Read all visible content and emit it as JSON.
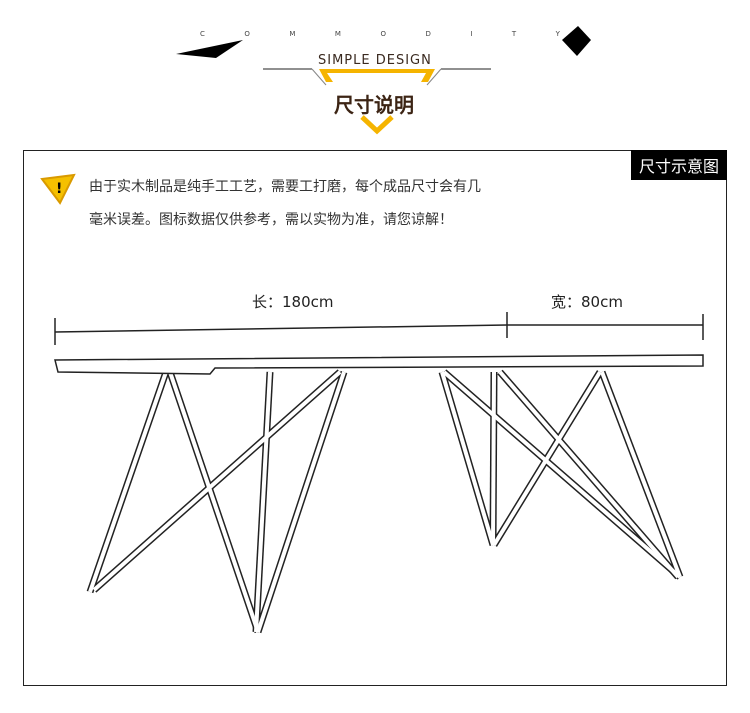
{
  "header": {
    "letters": [
      "C",
      "O",
      "M",
      "M",
      "O",
      "D",
      "I",
      "T",
      "Y"
    ],
    "subtitle": "SIMPLE DESIGN",
    "title": "尺寸说明",
    "accent": "#f5b400"
  },
  "panel": {
    "badge": "尺寸示意图",
    "note_line1": "由于实木制品是纯手工工艺，需要工打磨，每个成品尺寸会有几",
    "note_line2": "毫米误差。图标数据仅供参考，需以实物为准，请您谅解！"
  },
  "dimensions": {
    "length": "长：180cm",
    "width": "宽：80cm"
  }
}
